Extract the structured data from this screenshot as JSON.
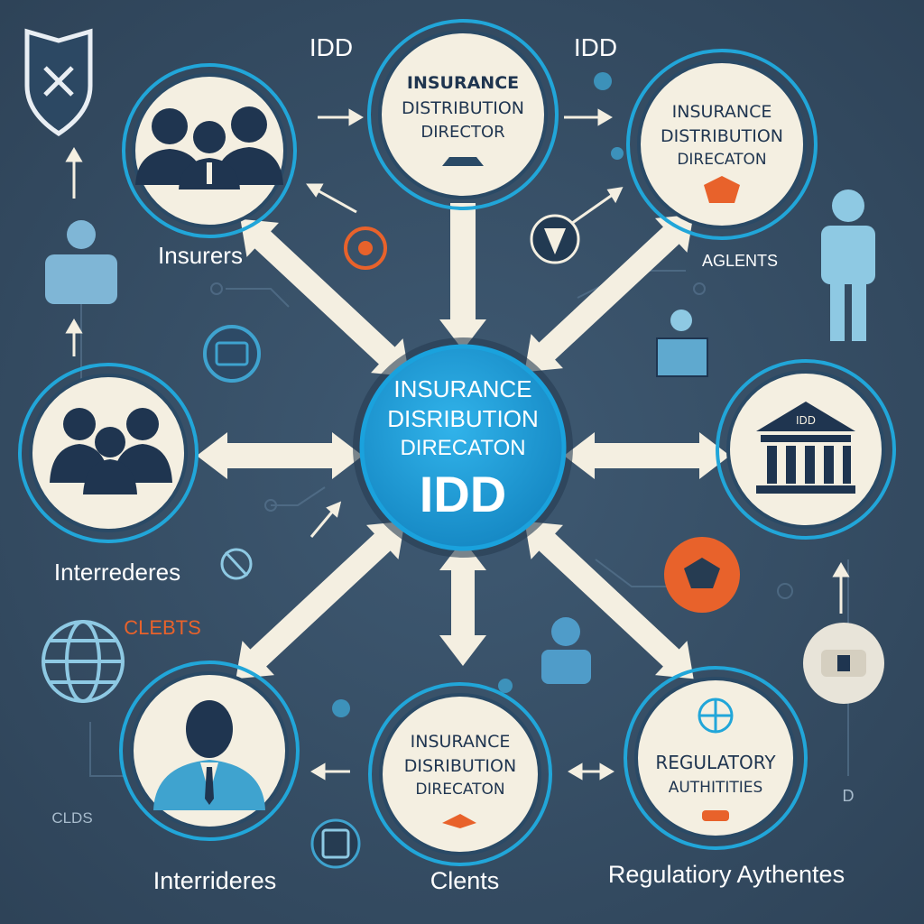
{
  "colors": {
    "background": "#34495f",
    "node_fill": "#f4efe1",
    "node_ring": "#21a6d9",
    "center_fill": "#1d9ad6",
    "arrow": "#f4efe1",
    "accent_orange": "#e8622b",
    "accent_blue": "#3fa3cf",
    "dark_text": "#1f3550"
  },
  "center": {
    "line1": "INSURANCE",
    "line2": "DISRIBUTION",
    "line3": "DIRECATON",
    "acronym": "IDD"
  },
  "nodes": {
    "top_center": {
      "line1": "INSURANCE",
      "line2": "DISTRIBUTION",
      "line3": "DIRECTOR"
    },
    "top_right": {
      "line1": "INSURANCE",
      "line2": "DISTRIBUTION",
      "line3": "DIRECATON"
    },
    "bottom_center": {
      "line1": "INSURANCE",
      "line2": "DISRIBUTION",
      "line3": "DIRECATON"
    },
    "bottom_right": {
      "line1": "REGULATORY",
      "line2": "AUTHITITIES"
    },
    "right_middle": {
      "badge": "IDD"
    }
  },
  "labels": {
    "idd_top_left": "IDD",
    "idd_top_right": "IDD",
    "insurers": "Insurers",
    "agents": "AGLENTS",
    "interredere": "Interrederes",
    "clents": "CLEBTS",
    "clds": "CLDS",
    "d_right": "D",
    "bottom_left": "Interrideres",
    "bottom_center": "Clents",
    "bottom_right": "Regulatiory Aythentes"
  },
  "icons": [
    "shield-icon",
    "people-group-icon",
    "person-standing-icon",
    "bank-building-icon",
    "businessman-icon",
    "globe-icon",
    "document-icon",
    "handshake-icon"
  ]
}
